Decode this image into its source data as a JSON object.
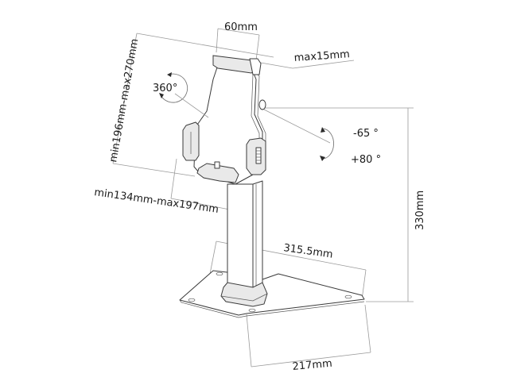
{
  "diagram": {
    "subject": "Tablet desk stand with lockable holder",
    "dimensions": {
      "clamp_depth": "60mm",
      "max_thickness": "max15mm",
      "tablet_height_range": "min196mm-max270mm",
      "tablet_width_range": "min134mm-max197mm",
      "stand_height": "330mm",
      "base_depth": "315.5mm",
      "base_width": "217mm"
    },
    "rotation": {
      "swivel": "360°",
      "tilt_up": "-65 °",
      "tilt_down": "+80 °"
    },
    "colors": {
      "background": "#ffffff",
      "line": "#3a3a3a",
      "dimension_line": "#9a9a9a",
      "text": "#1a1a1a"
    }
  }
}
